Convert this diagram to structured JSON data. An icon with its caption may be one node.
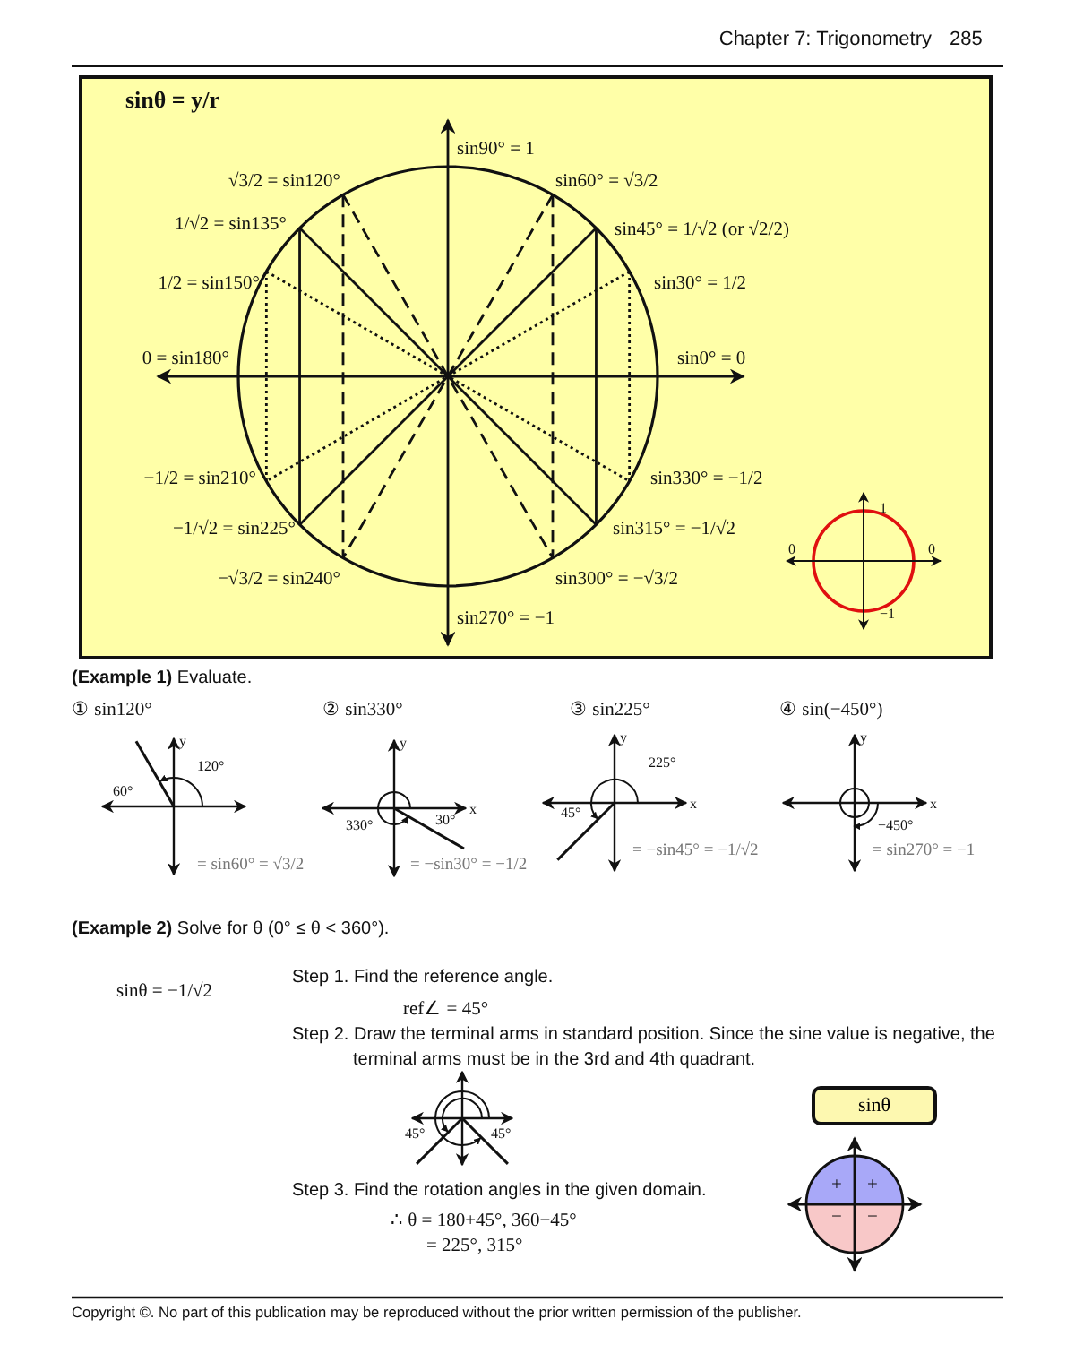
{
  "diagram": {
    "nodes": [
      {
        "text": [
          "sinθ"
        ]
      }
    ],
    "labels": [
      "Chapter 7: Trigonometry",
      "285",
      "sinθ = y/r",
      "sin90° = 1",
      "√3/2 = sin120°",
      "sin60° = √3/2",
      "1/√2 = sin135°",
      "sin45° = 1/√2 (or √2/2)",
      "1/2 = sin150°",
      "sin30° = 1/2",
      "0 = sin180°",
      "sin0° = 0",
      "−1/2 = sin210°",
      "sin330° = −1/2",
      "−1/√2 = sin225°",
      "sin315° = −1/√2",
      "−√3/2 = sin240°",
      "sin300° = −√3/2",
      "sin270° = −1",
      "1",
      "0",
      "0",
      "−1",
      "**(Example 1)** Evaluate.",
      "① sin120°",
      "y",
      "120°",
      "60°",
      "= sin60° = √3/2",
      "② sin330°",
      "y",
      "30°",
      "x",
      "330°",
      "= −sin30° = −1/2",
      "③ sin225°",
      "y",
      "225°",
      "x",
      "45°",
      "= −sin45° = −1/√2",
      "④ sin(−450°)",
      "y",
      "x",
      "−450°",
      "= sin270° = −1",
      "**(Example 2)** Solve for θ (0° ≤ θ < 360°).",
      "sinθ = −1/√2",
      "Step 1. Find the reference angle.",
      "ref∠ = 45°",
      "Step 2. Draw the terminal arms in standard position. Since the sine value is negative, the terminal arms must be in the 3rd and 4th quadrant.",
      "45°",
      "45°",
      "Step 3. Find the rotation angles in the given domain.",
      "∴ θ = 180+45°, 360−45°",
      "= 225°, 315°",
      "+",
      "+",
      "−",
      "−",
      "Copyright ©. No part of this publication may be reproduced without the prior written permission of the publisher."
    ]
  }
}
